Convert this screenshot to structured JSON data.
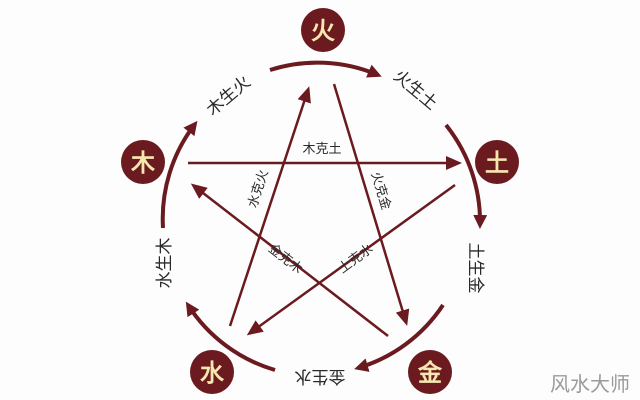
{
  "colors": {
    "primary": "#6b1a1f",
    "node_text": "#f6e7b0",
    "label": "#2a2a2a",
    "watermark": "#9a9a9a"
  },
  "nodes": {
    "fire": "火",
    "earth": "土",
    "metal": "金",
    "water": "水",
    "wood": "木"
  },
  "generating": {
    "wood_fire": "木生火",
    "fire_earth": "火生土",
    "earth_metal": "土生金",
    "metal_water": "金生水",
    "water_wood": "水生木"
  },
  "overcoming": {
    "wood_earth": "木克土",
    "water_fire": "水克火",
    "fire_metal": "火克金",
    "metal_wood": "金克木",
    "earth_water": "土克水"
  },
  "watermark": "风水大师"
}
